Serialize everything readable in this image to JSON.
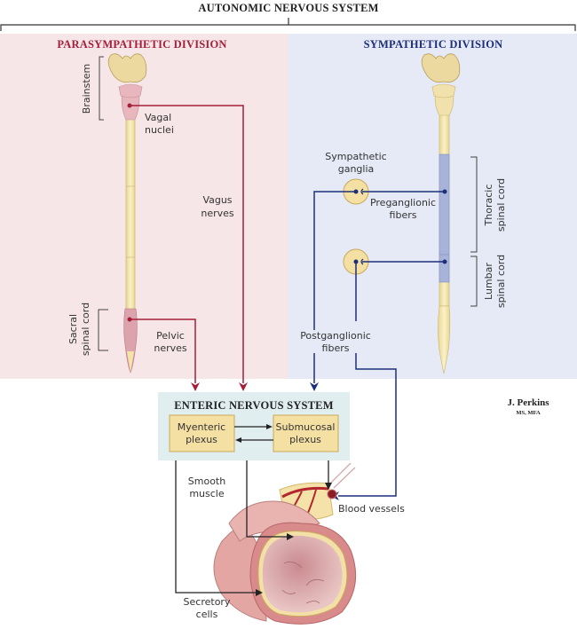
{
  "title": "AUTONOMIC NERVOUS SYSTEM",
  "divisions": {
    "parasympathetic": {
      "label": "PARASYMPATHETIC DIVISION",
      "color": "#a31f3a",
      "bg": "#f6e6e8"
    },
    "sympathetic": {
      "label": "SYMPATHETIC DIVISION",
      "color": "#1d2f7a",
      "bg": "#e6e9f6"
    }
  },
  "para_labels": {
    "brainstem": "Brainstem",
    "vagal_nuclei": [
      "Vagal",
      "nuclei"
    ],
    "vagus_nerves": [
      "Vagus",
      "nerves"
    ],
    "sacral_spinal_cord": [
      "Sacral",
      "spinal cord"
    ],
    "pelvic_nerves": [
      "Pelvic",
      "nerves"
    ]
  },
  "symp_labels": {
    "sympathetic_ganglia": [
      "Sympathetic",
      "ganglia"
    ],
    "preganglionic_fibers": [
      "Preganglionic",
      "fibers"
    ],
    "thoracic_spinal_cord": [
      "Thoracic",
      "spinal cord"
    ],
    "lumbar_spinal_cord": [
      "Lumbar",
      "spinal cord"
    ],
    "postganglionic_fibers": [
      "Postganglionic",
      "fibers"
    ]
  },
  "enteric": {
    "title": "ENTERIC NERVOUS SYSTEM",
    "myenteric": [
      "Myenteric",
      "plexus"
    ],
    "submucosal": [
      "Submucosal",
      "plexus"
    ]
  },
  "targets": {
    "smooth_muscle": [
      "Smooth",
      "muscle"
    ],
    "blood_vessels": "Blood vessels",
    "secretory_cells": [
      "Secretory",
      "cells"
    ]
  },
  "credit": {
    "name": "J. Perkins",
    "degrees": "MS, MFA"
  },
  "colors": {
    "para_line": "#a31f3a",
    "symp_line": "#1d2f7a",
    "enteric_bg": "#e1eef0",
    "plexus_fill": "#f5e0a4",
    "cord_fill": "#f3e4a8",
    "cord_para": "#dca3ad",
    "cord_symp": "#a7b3d9"
  }
}
